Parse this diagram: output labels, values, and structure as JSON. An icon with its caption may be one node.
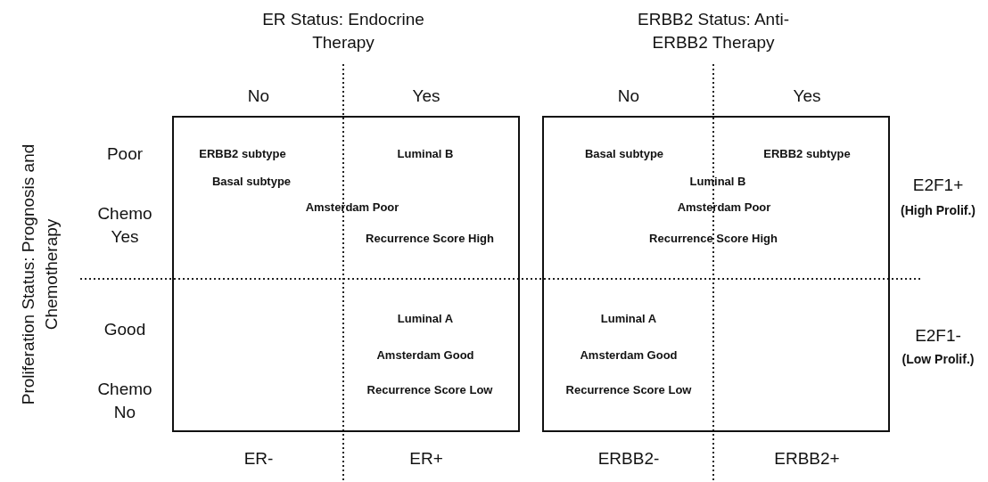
{
  "diagram": {
    "nodes": [
      {
        "text": [
          "ERBB2 subtype",
          "Luminal B",
          "Basal subtype",
          "Amsterdam Poor",
          "Recurrence Score High",
          "Luminal A",
          "Amsterdam Good",
          "Recurrence Score Low"
        ]
      },
      {
        "text": [
          "Basal subtype",
          "ERBB2 subtype",
          "Luminal B",
          "Amsterdam Poor",
          "Recurrence Score High",
          "Luminal A",
          "Amsterdam Good",
          "Recurrence Score Low"
        ]
      }
    ],
    "labels": [
      "ER Status: Endocrine Therapy",
      "ERBB2 Status: Anti-ERBB2 Therapy",
      "No",
      "Yes",
      "No",
      "Yes",
      "Proliferation Status: Prognosis and Chemotherapy",
      "Poor",
      "E2F1+",
      "(High Prolif.)",
      "Chemo Yes",
      "Good",
      "E2F1-",
      "(Low Prolif.)",
      "Chemo No",
      "ER-",
      "ER+",
      "ERBB2-",
      "ERBB2+"
    ]
  }
}
